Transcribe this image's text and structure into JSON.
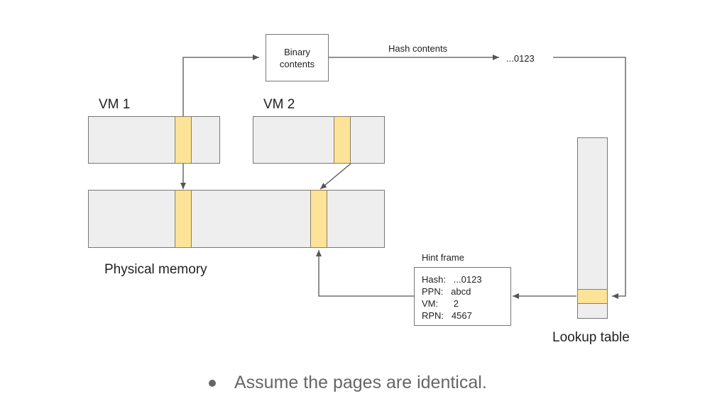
{
  "diagram": {
    "binary_box": {
      "line1": "Binary",
      "line2": "contents"
    },
    "hash_edge_label": "Hash contents",
    "hash_value": "...0123",
    "vm1_label": "VM 1",
    "vm2_label": "VM 2",
    "physical_memory_label": "Physical memory",
    "hint_frame": {
      "title": "Hint frame",
      "lines": [
        "Hash:   ...0123",
        "PPN:   abcd",
        "VM:      2",
        "RPN:   4567"
      ]
    },
    "lookup_table_label": "Lookup table",
    "colors": {
      "page_fill": "#eeeeee",
      "highlight": "#fde398",
      "stroke": "#555555"
    }
  },
  "bullets": [
    "Assume the pages are identical."
  ]
}
